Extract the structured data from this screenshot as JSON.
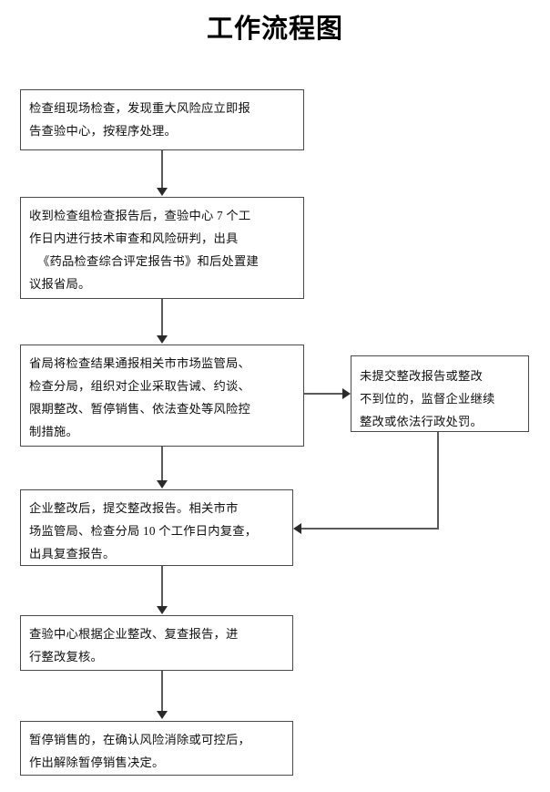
{
  "chart_data": {
    "type": "diagram",
    "title": "工作流程图",
    "diagram_kind": "flowchart",
    "orientation": "top-to-bottom",
    "nodes": [
      {
        "id": "node-1",
        "shape": "rectangle",
        "text": "检查组现场检查，发现重大风险应立即报告查验中心，按程序处理。",
        "lines": [
          "检查组现场检查，发现重大风险应立即报",
          "告查验中心，按程序处理。"
        ]
      },
      {
        "id": "node-2",
        "shape": "rectangle",
        "text": "收到检查组检查报告后，查验中心 7 个工作日内进行技术审查和风险研判，出具《药品检查综合评定报告书》和后处置建议报省局。",
        "lines": [
          "收到检查组检查报告后，查验中心 7 个工",
          "作日内进行技术审查和风险研判，出具",
          "《药品检查综合评定报告书》和后处置建",
          "议报省局。"
        ]
      },
      {
        "id": "node-3",
        "shape": "rectangle",
        "text": "省局将检查结果通报相关市市场监管局、检查分局，组织对企业采取告诫、约谈、限期整改、暂停销售、依法查处等风险控制措施。",
        "lines": [
          "省局将检查结果通报相关市市场监管局、",
          "检查分局，组织对企业采取告诫、约谈、",
          "限期整改、暂停销售、依法查处等风险控",
          "制措施。"
        ]
      },
      {
        "id": "node-side",
        "shape": "rectangle",
        "text": "未提交整改报告或整改不到位的，监督企业继续整改或依法行政处罚。",
        "lines": [
          "未提交整改报告或整改",
          "不到位的，监督企业继续",
          "整改或依法行政处罚。"
        ]
      },
      {
        "id": "node-4",
        "shape": "rectangle",
        "text": "企业整改后，提交整改报告。相关市市场监管局、检查分局 10 个工作日内复查，出具复查报告。",
        "lines": [
          "企业整改后，提交整改报告。相关市市",
          "场监管局、检查分局 10 个工作日内复查，",
          "出具复查报告。"
        ]
      },
      {
        "id": "node-5",
        "shape": "rectangle",
        "text": "查验中心根据企业整改、复查报告，进行整改复核。",
        "lines": [
          "查验中心根据企业整改、复查报告，进",
          "行整改复核。"
        ]
      },
      {
        "id": "node-6",
        "shape": "rectangle",
        "text": "暂停销售的，在确认风险消除或可控后，作出解除暂停销售决定。",
        "lines": [
          "暂停销售的，在确认风险消除或可控后，",
          "作出解除暂停销售决定。"
        ]
      }
    ],
    "edges": [
      {
        "id": "edge-1",
        "from": "node-1",
        "to": "node-2",
        "direction": "down",
        "label": ""
      },
      {
        "id": "edge-2",
        "from": "node-2",
        "to": "node-3",
        "direction": "down",
        "label": ""
      },
      {
        "id": "edge-3",
        "from": "node-3",
        "to": "node-4",
        "direction": "down",
        "label": ""
      },
      {
        "id": "edge-4",
        "from": "node-4",
        "to": "node-5",
        "direction": "down",
        "label": ""
      },
      {
        "id": "edge-5",
        "from": "node-5",
        "to": "node-6",
        "direction": "down",
        "label": ""
      },
      {
        "id": "edge-6",
        "from": "node-3",
        "to": "node-side",
        "direction": "right",
        "label": ""
      },
      {
        "id": "edge-7",
        "from": "node-side",
        "to": "node-4",
        "direction": "down-left",
        "label": ""
      }
    ],
    "colors": {
      "background": "#ffffff",
      "node_border": "#4a4a4a",
      "node_fill": "#ffffff",
      "text": "#111111",
      "connector": "#5a5a5a",
      "arrowhead": "#2b2b2b"
    }
  }
}
